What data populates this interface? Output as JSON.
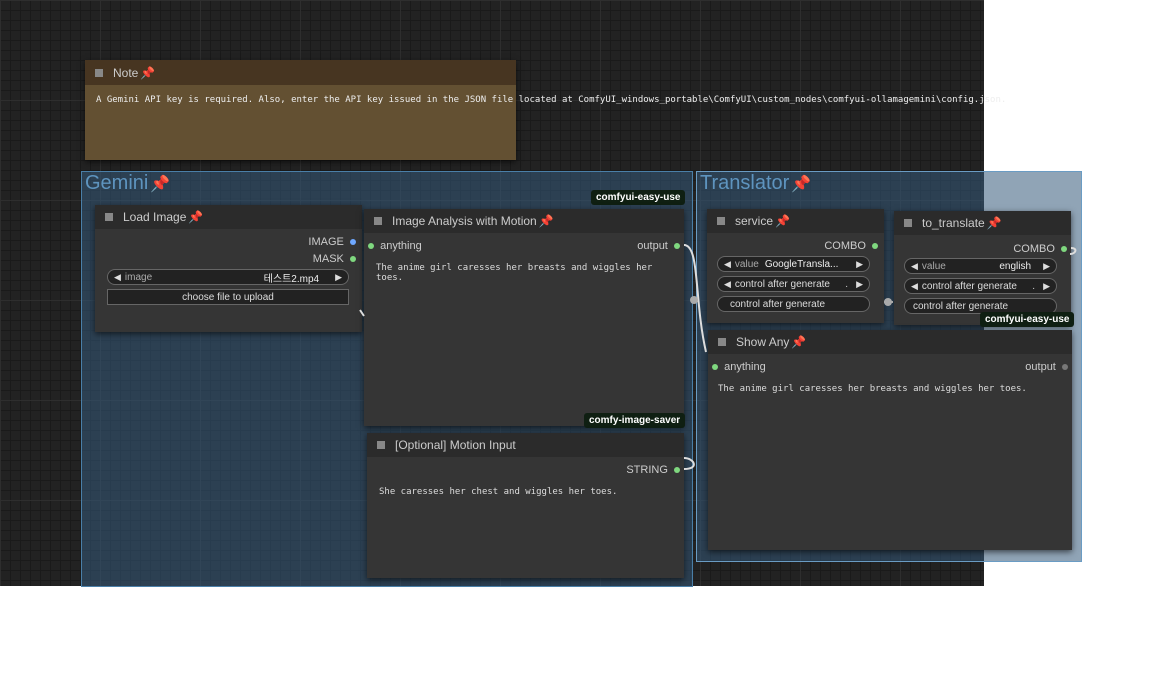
{
  "note": {
    "title": "Note",
    "text": "A Gemini API key is required. Also, enter the API key issued in the JSON file located at ComfyUI_windows_portable\\ComfyUI\\custom_nodes\\comfyui-ollamagemini\\config.json."
  },
  "groups": {
    "gemini": "Gemini",
    "translator": "Translator"
  },
  "pin_icon": "📌",
  "load_image": {
    "title": "Load Image",
    "out_image": "IMAGE",
    "out_mask": "MASK",
    "widget_label": "image",
    "widget_value": "테스트2.mp4",
    "upload": "choose file to upload"
  },
  "analysis": {
    "badge": "comfyui-easy-use",
    "title": "Image Analysis with Motion",
    "input": "anything",
    "output": "output",
    "text": "The anime girl caresses her breasts and wiggles her toes."
  },
  "motion": {
    "badge": "comfy-image-saver",
    "title": "[Optional] Motion Input",
    "output": "STRING",
    "text": "She caresses her chest and wiggles her toes."
  },
  "service": {
    "title": "service",
    "output": "COMBO",
    "value_label": "value",
    "value": "GoogleTransla...",
    "control1": "control after generate",
    "control1_val": ".",
    "control2": "control after generate"
  },
  "to_translate": {
    "title": "to_translate",
    "output": "COMBO",
    "value_label": "value",
    "value": "english",
    "control1": "control after generate",
    "control1_val": ".",
    "control2": "control after generate"
  },
  "show_any": {
    "badge": "comfyui-easy-use",
    "title": "Show Any",
    "input": "anything",
    "output": "output",
    "text": "The anime girl caresses her breasts and wiggles her toes."
  }
}
